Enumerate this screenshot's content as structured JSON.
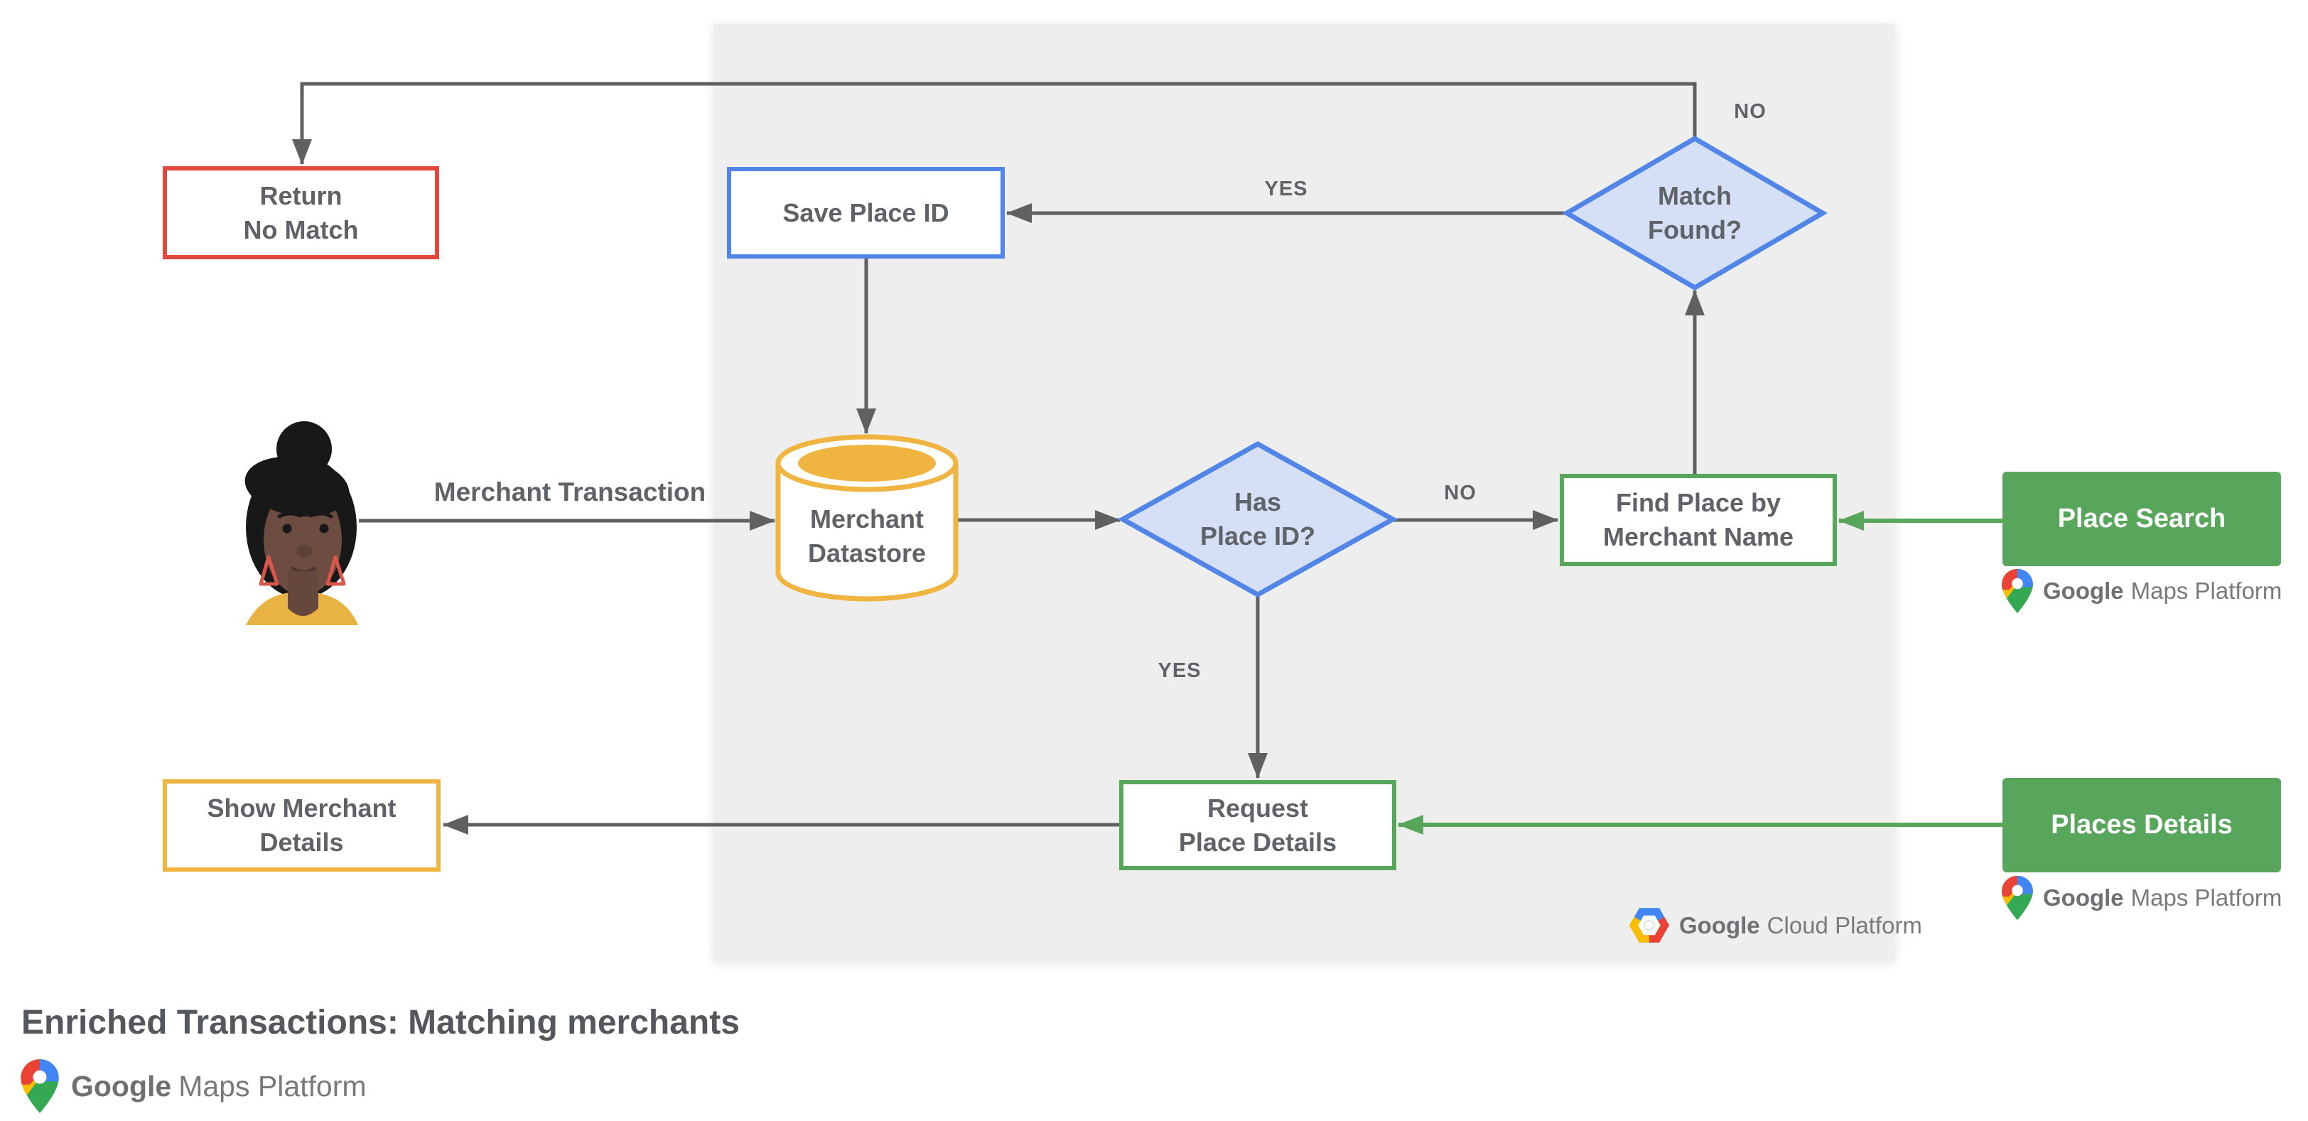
{
  "title": "Enriched Transactions: Matching merchants",
  "colors": {
    "red": "#E2483C",
    "blue": "#5285E8",
    "blue_fill": "#D5E0F7",
    "yellow": "#F0B441",
    "green": "#58A55C",
    "line": "#606060",
    "text": "#5F6368",
    "panel": "#EEEEEE"
  },
  "nodes": {
    "return_no_match": {
      "label": "Return\nNo Match"
    },
    "save_place_id": {
      "label": "Save Place ID"
    },
    "match_found": {
      "label": "Match\nFound?"
    },
    "merchant_datastore": {
      "label": "Merchant\nDatastore"
    },
    "has_place_id": {
      "label": "Has\nPlace ID?"
    },
    "find_place_by_merchant_name": {
      "label": "Find Place by\nMerchant Name"
    },
    "request_place_details": {
      "label": "Request\nPlace Details"
    },
    "show_merchant_details": {
      "label": "Show Merchant\nDetails"
    },
    "place_search": {
      "label": "Place Search"
    },
    "places_details": {
      "label": "Places Details"
    }
  },
  "edge_labels": {
    "match_found_no": "NO",
    "match_found_yes": "YES",
    "has_place_id_no": "NO",
    "has_place_id_yes": "YES",
    "merchant_transaction": "Merchant Transaction"
  },
  "branding": {
    "google": "Google",
    "maps_platform": "Maps Platform",
    "cloud_platform": "Cloud Platform"
  }
}
